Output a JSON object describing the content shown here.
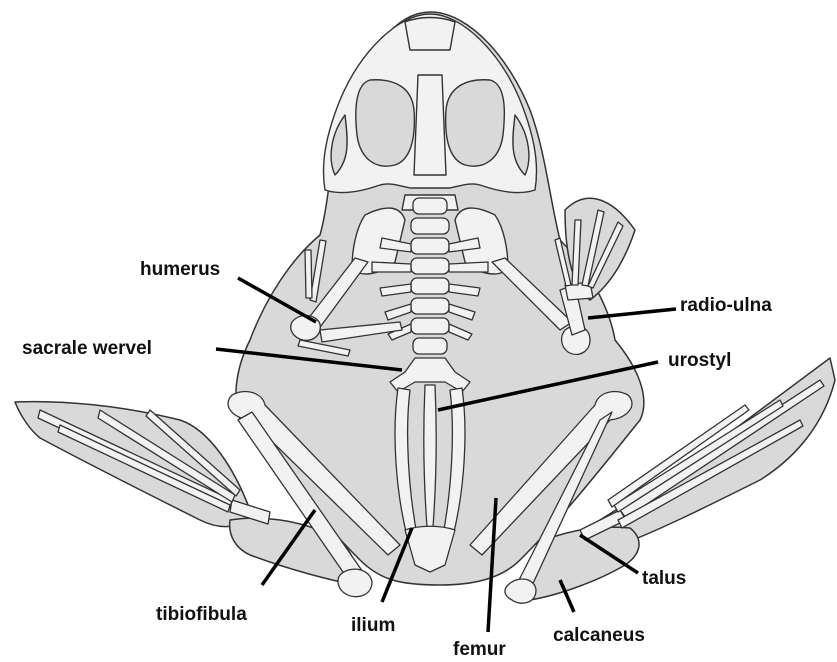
{
  "colors": {
    "background": "#ffffff",
    "body_fill": "#d9d9d9",
    "bone_fill": "#f2f2f2",
    "outline": "#333333",
    "leader_line": "#000000",
    "label_text": "#111111"
  },
  "labels": {
    "humerus": "humerus",
    "radio_ulna": "radio-ulna",
    "sacrale_wervel": "sacrale wervel",
    "urostyl": "urostyl",
    "tibiofibula": "tibiofibula",
    "ilium": "ilium",
    "femur": "femur",
    "calcaneus": "calcaneus",
    "talus": "talus"
  }
}
